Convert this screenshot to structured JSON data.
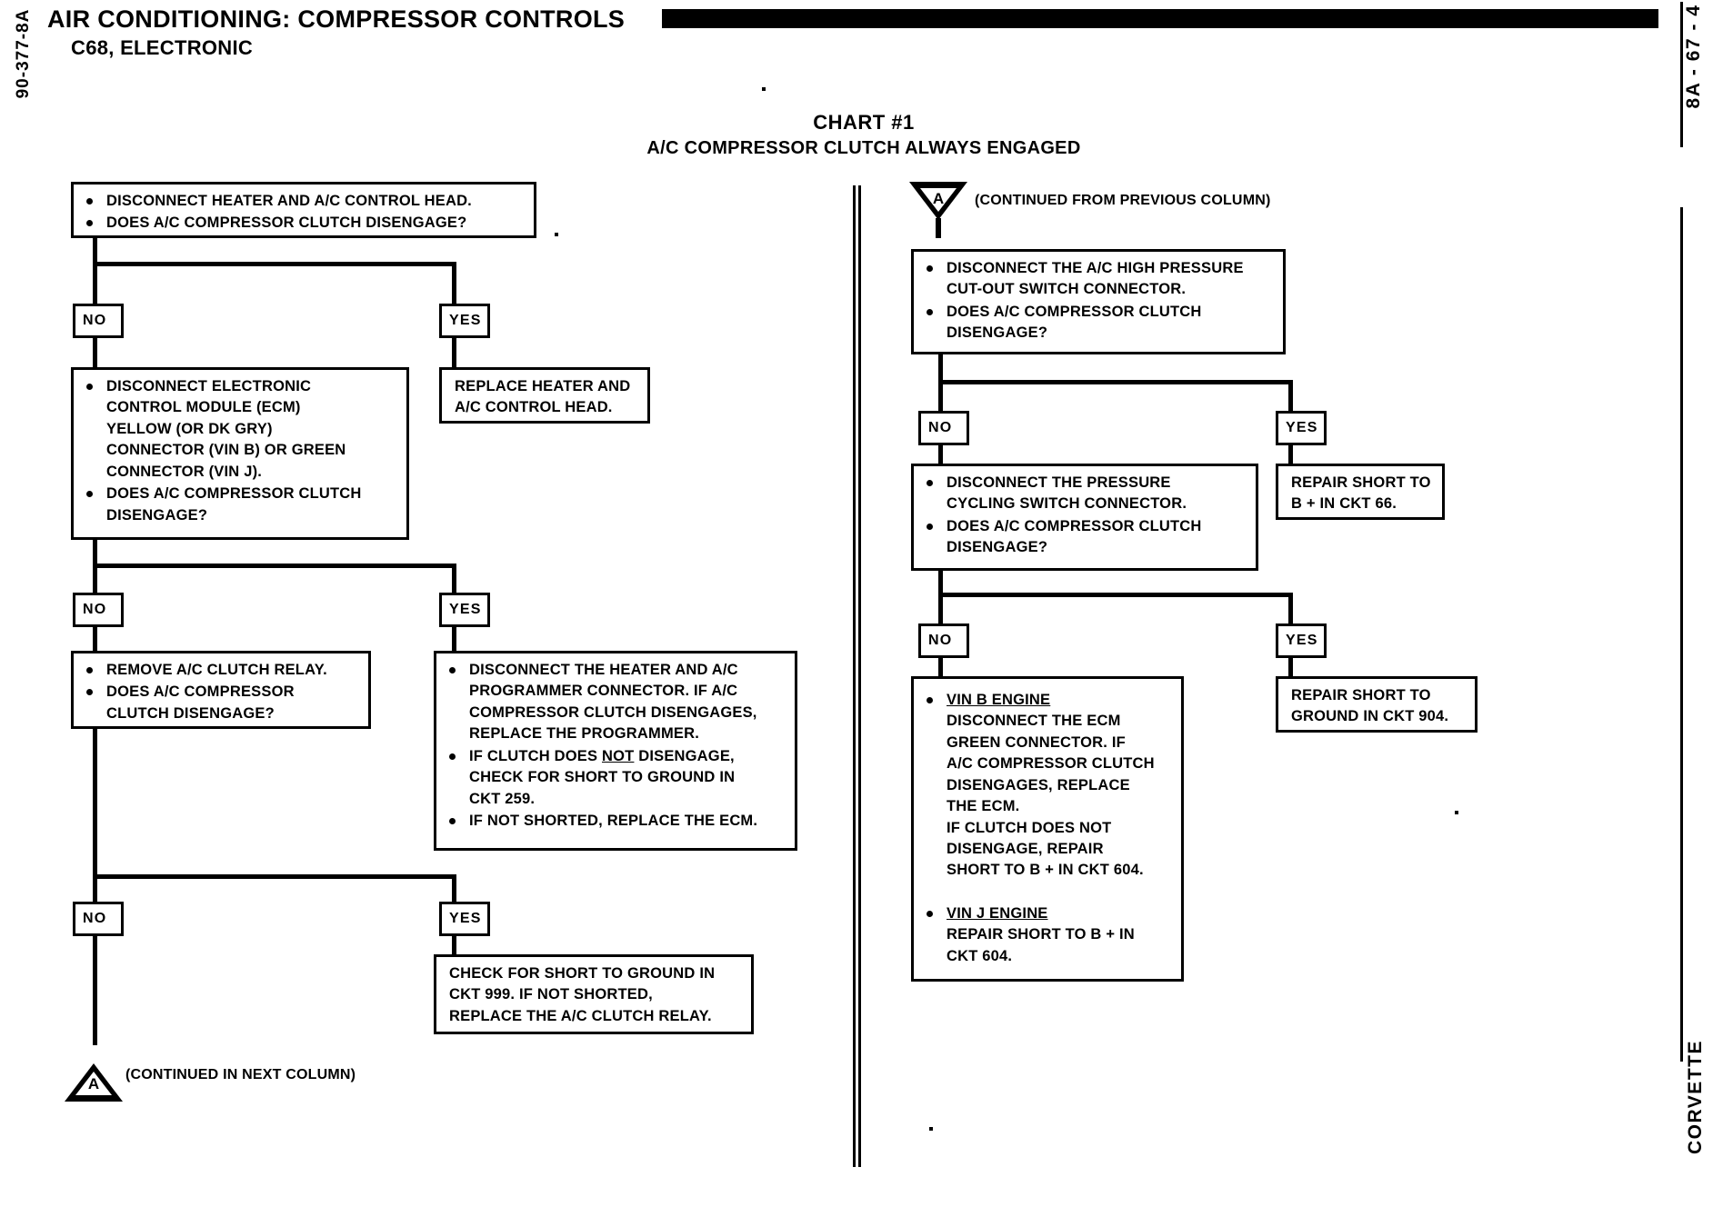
{
  "header": {
    "title": "AIR CONDITIONING:  COMPRESSOR CONTROLS",
    "subtitle": "C68, ELECTRONIC",
    "side_left_code": "90-377-8A",
    "side_right_page": "8A - 67 - 4",
    "side_right_brand": "CORVETTE"
  },
  "chart": {
    "number": "CHART #1",
    "name": "A/C COMPRESSOR CLUTCH ALWAYS ENGAGED"
  },
  "labels": {
    "yes": "YES",
    "no": "NO",
    "connector_letter": "A",
    "continued_next": "(CONTINUED IN NEXT COLUMN)",
    "continued_prev": "(CONTINUED FROM PREVIOUS COLUMN)"
  },
  "left_column": {
    "box1": [
      "DISCONNECT HEATER AND A/C CONTROL HEAD.",
      "DOES A/C COMPRESSOR CLUTCH DISENGAGE?"
    ],
    "box2_yes": [
      "REPLACE HEATER AND\nA/C CONTROL HEAD."
    ],
    "box3_no": [
      "DISCONNECT ELECTRONIC\nCONTROL MODULE (ECM)\nYELLOW (OR DK GRY)\nCONNECTOR (VIN B) OR GREEN\nCONNECTOR (VIN J).",
      "DOES A/C COMPRESSOR CLUTCH\nDISENGAGE?"
    ],
    "box4_no": [
      "REMOVE A/C CLUTCH RELAY.",
      "DOES A/C COMPRESSOR\nCLUTCH DISENGAGE?"
    ],
    "box5_yes": [
      "DISCONNECT THE HEATER AND A/C\nPROGRAMMER CONNECTOR.  IF A/C\nCOMPRESSOR CLUTCH DISENGAGES,\nREPLACE THE PROGRAMMER.",
      "IF CLUTCH DOES NOT DISENGAGE,\nCHECK FOR SHORT TO GROUND IN\nCKT 259.",
      "IF NOT SHORTED, REPLACE THE ECM."
    ],
    "box6_yes": [
      "CHECK FOR SHORT TO GROUND IN\nCKT 999. IF NOT SHORTED,\nREPLACE THE A/C CLUTCH RELAY."
    ]
  },
  "right_column": {
    "box1": [
      "DISCONNECT THE A/C HIGH PRESSURE\nCUT-OUT SWITCH CONNECTOR.",
      "DOES A/C COMPRESSOR CLUTCH\nDISENGAGE?"
    ],
    "box2_yes": [
      "REPAIR SHORT TO\nB + IN CKT 66."
    ],
    "box3_no": [
      "DISCONNECT THE PRESSURE\nCYCLING SWITCH CONNECTOR.",
      "DOES A/C COMPRESSOR CLUTCH\nDISENGAGE?"
    ],
    "box4_yes": [
      "REPAIR SHORT TO\nGROUND IN CKT 904."
    ],
    "box5_no": [
      "VIN B ENGINE\nDISCONNECT THE ECM\nGREEN CONNECTOR. IF\nA/C COMPRESSOR CLUTCH\nDISENGAGES, REPLACE\nTHE ECM.\nIF CLUTCH DOES NOT\nDISENGAGE, REPAIR\nSHORT TO B + IN CKT 604.",
      "VIN J ENGINE\nREPAIR SHORT TO B + IN\nCKT 604."
    ]
  }
}
